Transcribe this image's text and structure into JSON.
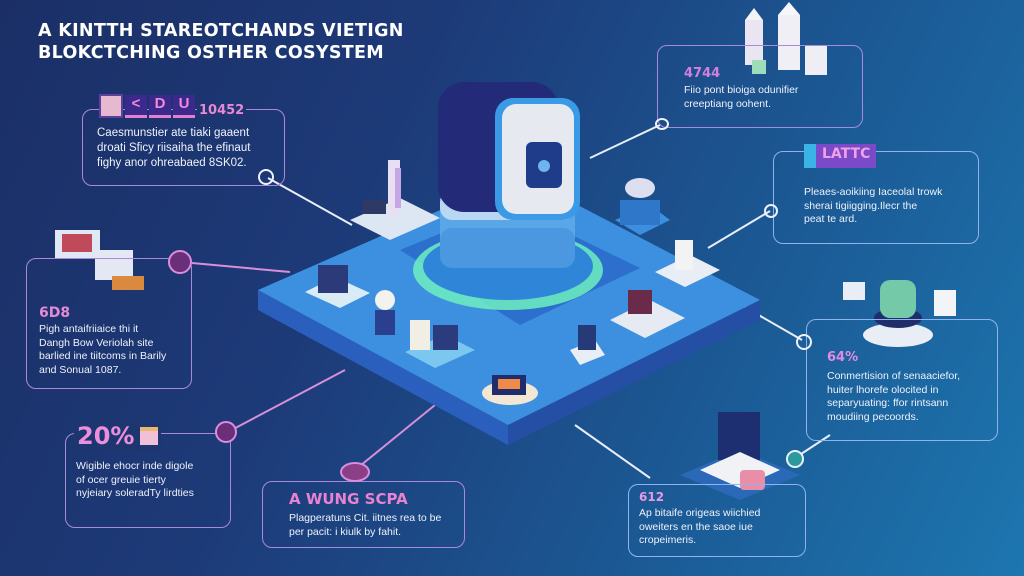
{
  "title": {
    "line1": "A KINTTH STAREOTCHANDS VIETIGN",
    "line2": "BLOKCTCHING OSTHER COSYSTEM"
  },
  "colors": {
    "background_dark": "#1b2f66",
    "background_light": "#1d76b0",
    "accent_pink": "#e58ad6",
    "border_purple": "#a98ad9",
    "platform_blue": "#3d8fe0",
    "glow_green": "#6ff0c0"
  },
  "cards": [
    {
      "id": "top-left",
      "stat": "10452",
      "badge_letters": [
        "<",
        "D",
        "U"
      ],
      "lines": [
        "Caesmunstier ate tiaki gaaent",
        "droati Sficy riisaiha the efinaut",
        "fighy anor ohreabaed 8SK02."
      ]
    },
    {
      "id": "mid-left",
      "stat": "6D8",
      "lines": [
        "Pigh antaifriiaice thi it",
        "Dangh Bow Veriolah site",
        "barlied ine tiitcoms in Barily",
        "and Sonual 1087."
      ]
    },
    {
      "id": "bottom-left",
      "stat": "20%",
      "lines": [
        "Wigible ehocr inde digole",
        "of ocer greuie tierty",
        "nyjeiary soleradTy lirdties"
      ]
    },
    {
      "id": "bottom-center",
      "stat": "A WUNG SCPA",
      "lines": [
        "Plagperatuns Cit. iitnes rea to be",
        "per pacit: i kiulk by fahit."
      ]
    },
    {
      "id": "top-right",
      "stat": "4744",
      "lines": [
        "Fiio pont bioiga odunifier",
        "creeptiang oohent."
      ]
    },
    {
      "id": "mid-right",
      "stat": "LATTC",
      "lines": [
        "Pleaes-aoikiing Iaceolal trowk",
        "sherai tigiigging.Ilecr the",
        "peat te ard."
      ]
    },
    {
      "id": "right",
      "stat": "64%",
      "lines": [
        "Conmertision of senaaciefor,",
        "huiter lhorefe olocited in",
        "separyuating: ffor rintsann",
        "moudiing pecoords."
      ]
    },
    {
      "id": "bottom-right",
      "stat": "612",
      "lines": [
        "Ap bitaife origeas wiichied",
        "oweiters en the saoe iue",
        "cropeimeris."
      ]
    }
  ],
  "illustration": {
    "center": "blockchain-server-tower",
    "features": [
      "city-towers",
      "user-group",
      "lightbulb-node",
      "data-cubes",
      "chip-node",
      "cloud-node",
      "trading-board",
      "lab-node",
      "laptop-dashboard",
      "database-stack"
    ]
  }
}
